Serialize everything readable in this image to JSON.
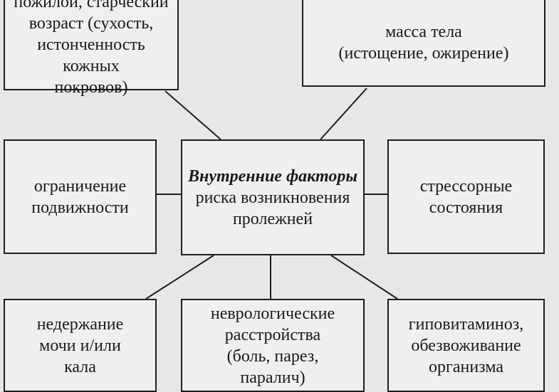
{
  "diagram": {
    "center": {
      "emphasis": "Внутренние факторы",
      "rest": "риска возникновения пролежней"
    },
    "factors": {
      "top_left": "пожилой, старческий\nвозраст (сухость,\nистонченность кожных\nпокровов)",
      "top_right": "масса тела\n(истощение, ожирение)",
      "middle_left": "ограничение\nподвижности",
      "middle_right": "стрессорные\nсостояния",
      "bottom_left": "недержание\nмочи и/или\nкала",
      "bottom_center": "неврологические\nрасстройства\n(боль, парез,\nпаралич)",
      "bottom_right": "гиповитаминоз,\nобезвоживание\nорганизма"
    }
  }
}
